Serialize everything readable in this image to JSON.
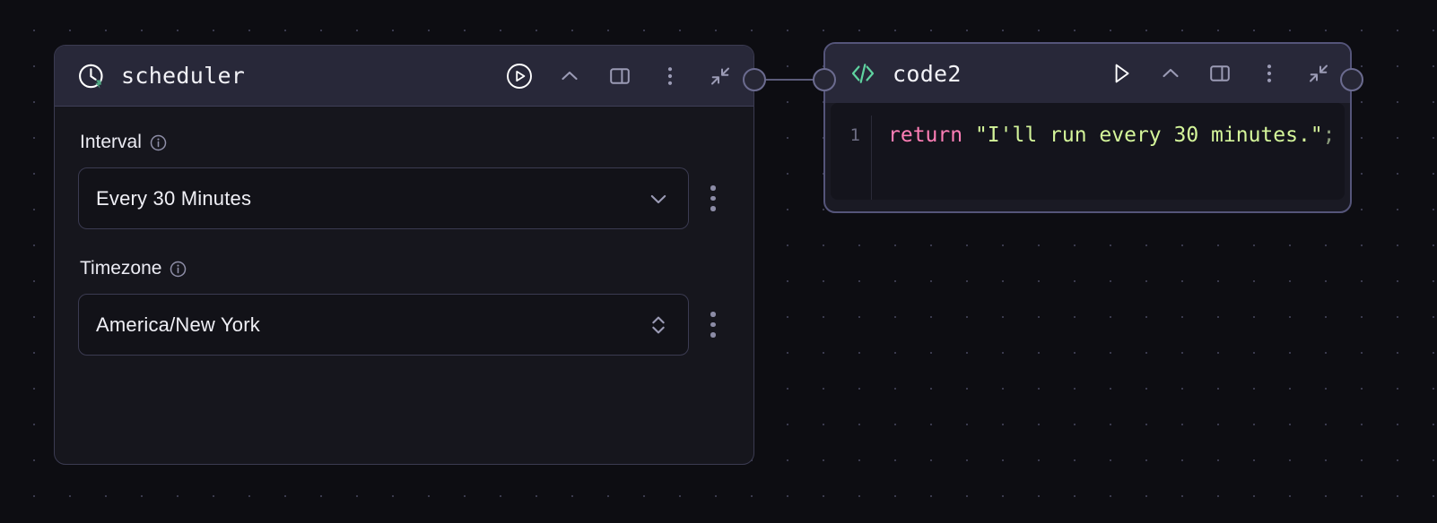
{
  "canvas": {
    "background_color": "#0d0d12",
    "grid_dot_color": "#3a3a4d"
  },
  "nodes": [
    {
      "id": "scheduler",
      "title": "scheduler",
      "icon": "clock-lightning-icon",
      "accent_color": "#4ea882",
      "header_actions": [
        {
          "name": "run-button",
          "icon": "play-circle-icon"
        },
        {
          "name": "collapse-toggle-button",
          "icon": "chevron-up-icon"
        },
        {
          "name": "panel-toggle-button",
          "icon": "split-panel-icon"
        },
        {
          "name": "more-options-button",
          "icon": "three-dots-vertical-icon"
        },
        {
          "name": "minimize-button",
          "icon": "arrows-collapse-icon"
        }
      ],
      "fields": [
        {
          "name": "interval",
          "label": "Interval",
          "info_icon": "info-circle-icon",
          "value": "Every 30 Minutes",
          "control_type": "dropdown",
          "arrow_icon": "chevron-down-icon",
          "menu_icon": "three-dots-vertical-icon"
        },
        {
          "name": "timezone",
          "label": "Timezone",
          "info_icon": "info-circle-icon",
          "value": "America/New York",
          "control_type": "combobox",
          "arrow_icon": "chevron-up-down-icon",
          "menu_icon": "three-dots-vertical-icon"
        }
      ]
    },
    {
      "id": "code2",
      "title": "code2",
      "icon": "code-brackets-icon",
      "accent_color": "#5fd3a0",
      "selected": true,
      "header_actions": [
        {
          "name": "run-button",
          "icon": "play-triangle-icon"
        },
        {
          "name": "collapse-toggle-button",
          "icon": "chevron-up-icon"
        },
        {
          "name": "panel-toggle-button",
          "icon": "split-panel-icon"
        },
        {
          "name": "more-options-button",
          "icon": "three-dots-vertical-icon"
        },
        {
          "name": "minimize-button",
          "icon": "arrows-collapse-icon"
        }
      ],
      "editor": {
        "line_number": "1",
        "tokens": {
          "keyword": "return",
          "string": " \"I'll run every 30 minutes.\"",
          "punctuation": ";"
        },
        "full_code": "return \"I'll run every 30 minutes.\";"
      }
    }
  ],
  "ports": {
    "scheduler_output": "output-port",
    "code_input": "input-port",
    "code_output": "output-port"
  },
  "edges": [
    {
      "from": "scheduler",
      "to": "code2"
    }
  ]
}
